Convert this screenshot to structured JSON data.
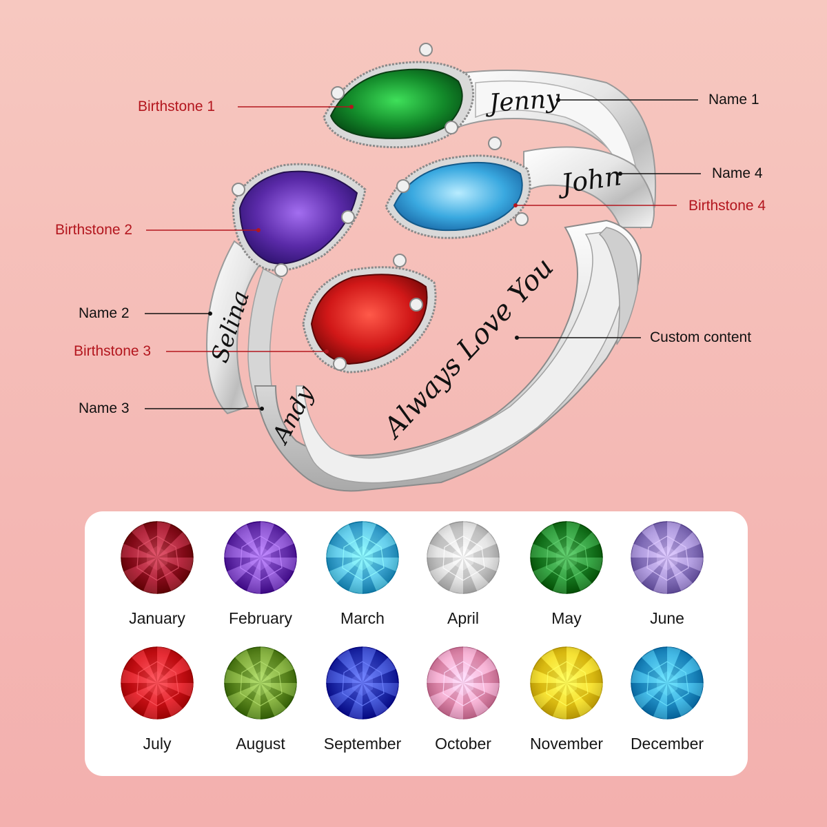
{
  "callouts": {
    "birthstone_1": "Birthstone 1",
    "birthstone_2": "Birthstone 2",
    "birthstone_3": "Birthstone 3",
    "birthstone_4": "Birthstone 4",
    "name_1": "Name 1",
    "name_2": "Name 2",
    "name_3": "Name 3",
    "name_4": "Name 4",
    "custom_content": "Custom content"
  },
  "engravings": {
    "name_1": "Jenny",
    "name_2": "Selina",
    "name_3": "Andy",
    "name_4": "John",
    "custom": "Always Love You"
  },
  "colors": {
    "background": "#f5bdb6",
    "label_red": "#b3161e",
    "birthstone_1": "#1c8a2e",
    "birthstone_2": "#6a35b0",
    "birthstone_3": "#d11818",
    "birthstone_4": "#3aa9e0"
  },
  "months": [
    {
      "name": "January",
      "color": "#9b1026"
    },
    {
      "name": "February",
      "color": "#7a44c0"
    },
    {
      "name": "March",
      "color": "#4fb7e3"
    },
    {
      "name": "April",
      "color": "#d8d8d8"
    },
    {
      "name": "May",
      "color": "#1f8b2c"
    },
    {
      "name": "June",
      "color": "#9a86d0"
    },
    {
      "name": "July",
      "color": "#d8141c"
    },
    {
      "name": "August",
      "color": "#6f9a2a"
    },
    {
      "name": "September",
      "color": "#2c3fbf"
    },
    {
      "name": "October",
      "color": "#f29bbf"
    },
    {
      "name": "November",
      "color": "#f2d21c"
    },
    {
      "name": "December",
      "color": "#2a9fd6"
    }
  ]
}
